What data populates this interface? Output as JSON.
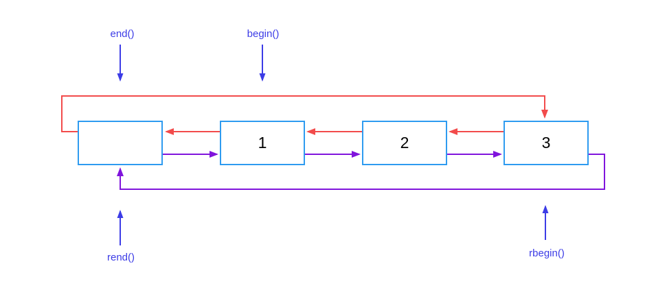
{
  "colors": {
    "background": "#FFFFFF",
    "node_border": "#2E9BF0",
    "node_fill": "#FFFFFF",
    "node_text": "#000000",
    "prev_arrow": "#F24B4B",
    "next_arrow": "#8014DC",
    "label_text": "#3C3CE6",
    "label_arrow": "#3C3CE6"
  },
  "diagram": {
    "nodes": [
      {
        "id": "sentinel",
        "label": ""
      },
      {
        "id": "1",
        "label": "1"
      },
      {
        "id": "2",
        "label": "2"
      },
      {
        "id": "3",
        "label": "3"
      }
    ],
    "pointers": {
      "end": {
        "label": "end()",
        "points_to": "sentinel"
      },
      "begin": {
        "label": "begin()",
        "points_to": "1"
      },
      "rend": {
        "label": "rend()",
        "points_to": "sentinel"
      },
      "rbegin": {
        "label": "rbegin()",
        "points_to": "3"
      }
    },
    "edges": {
      "next": [
        {
          "from": "sentinel",
          "to": "1"
        },
        {
          "from": "1",
          "to": "2"
        },
        {
          "from": "2",
          "to": "3"
        },
        {
          "from": "3",
          "to": "sentinel"
        }
      ],
      "prev": [
        {
          "from": "1",
          "to": "sentinel"
        },
        {
          "from": "2",
          "to": "1"
        },
        {
          "from": "3",
          "to": "2"
        },
        {
          "from": "sentinel",
          "to": "3"
        }
      ]
    }
  }
}
